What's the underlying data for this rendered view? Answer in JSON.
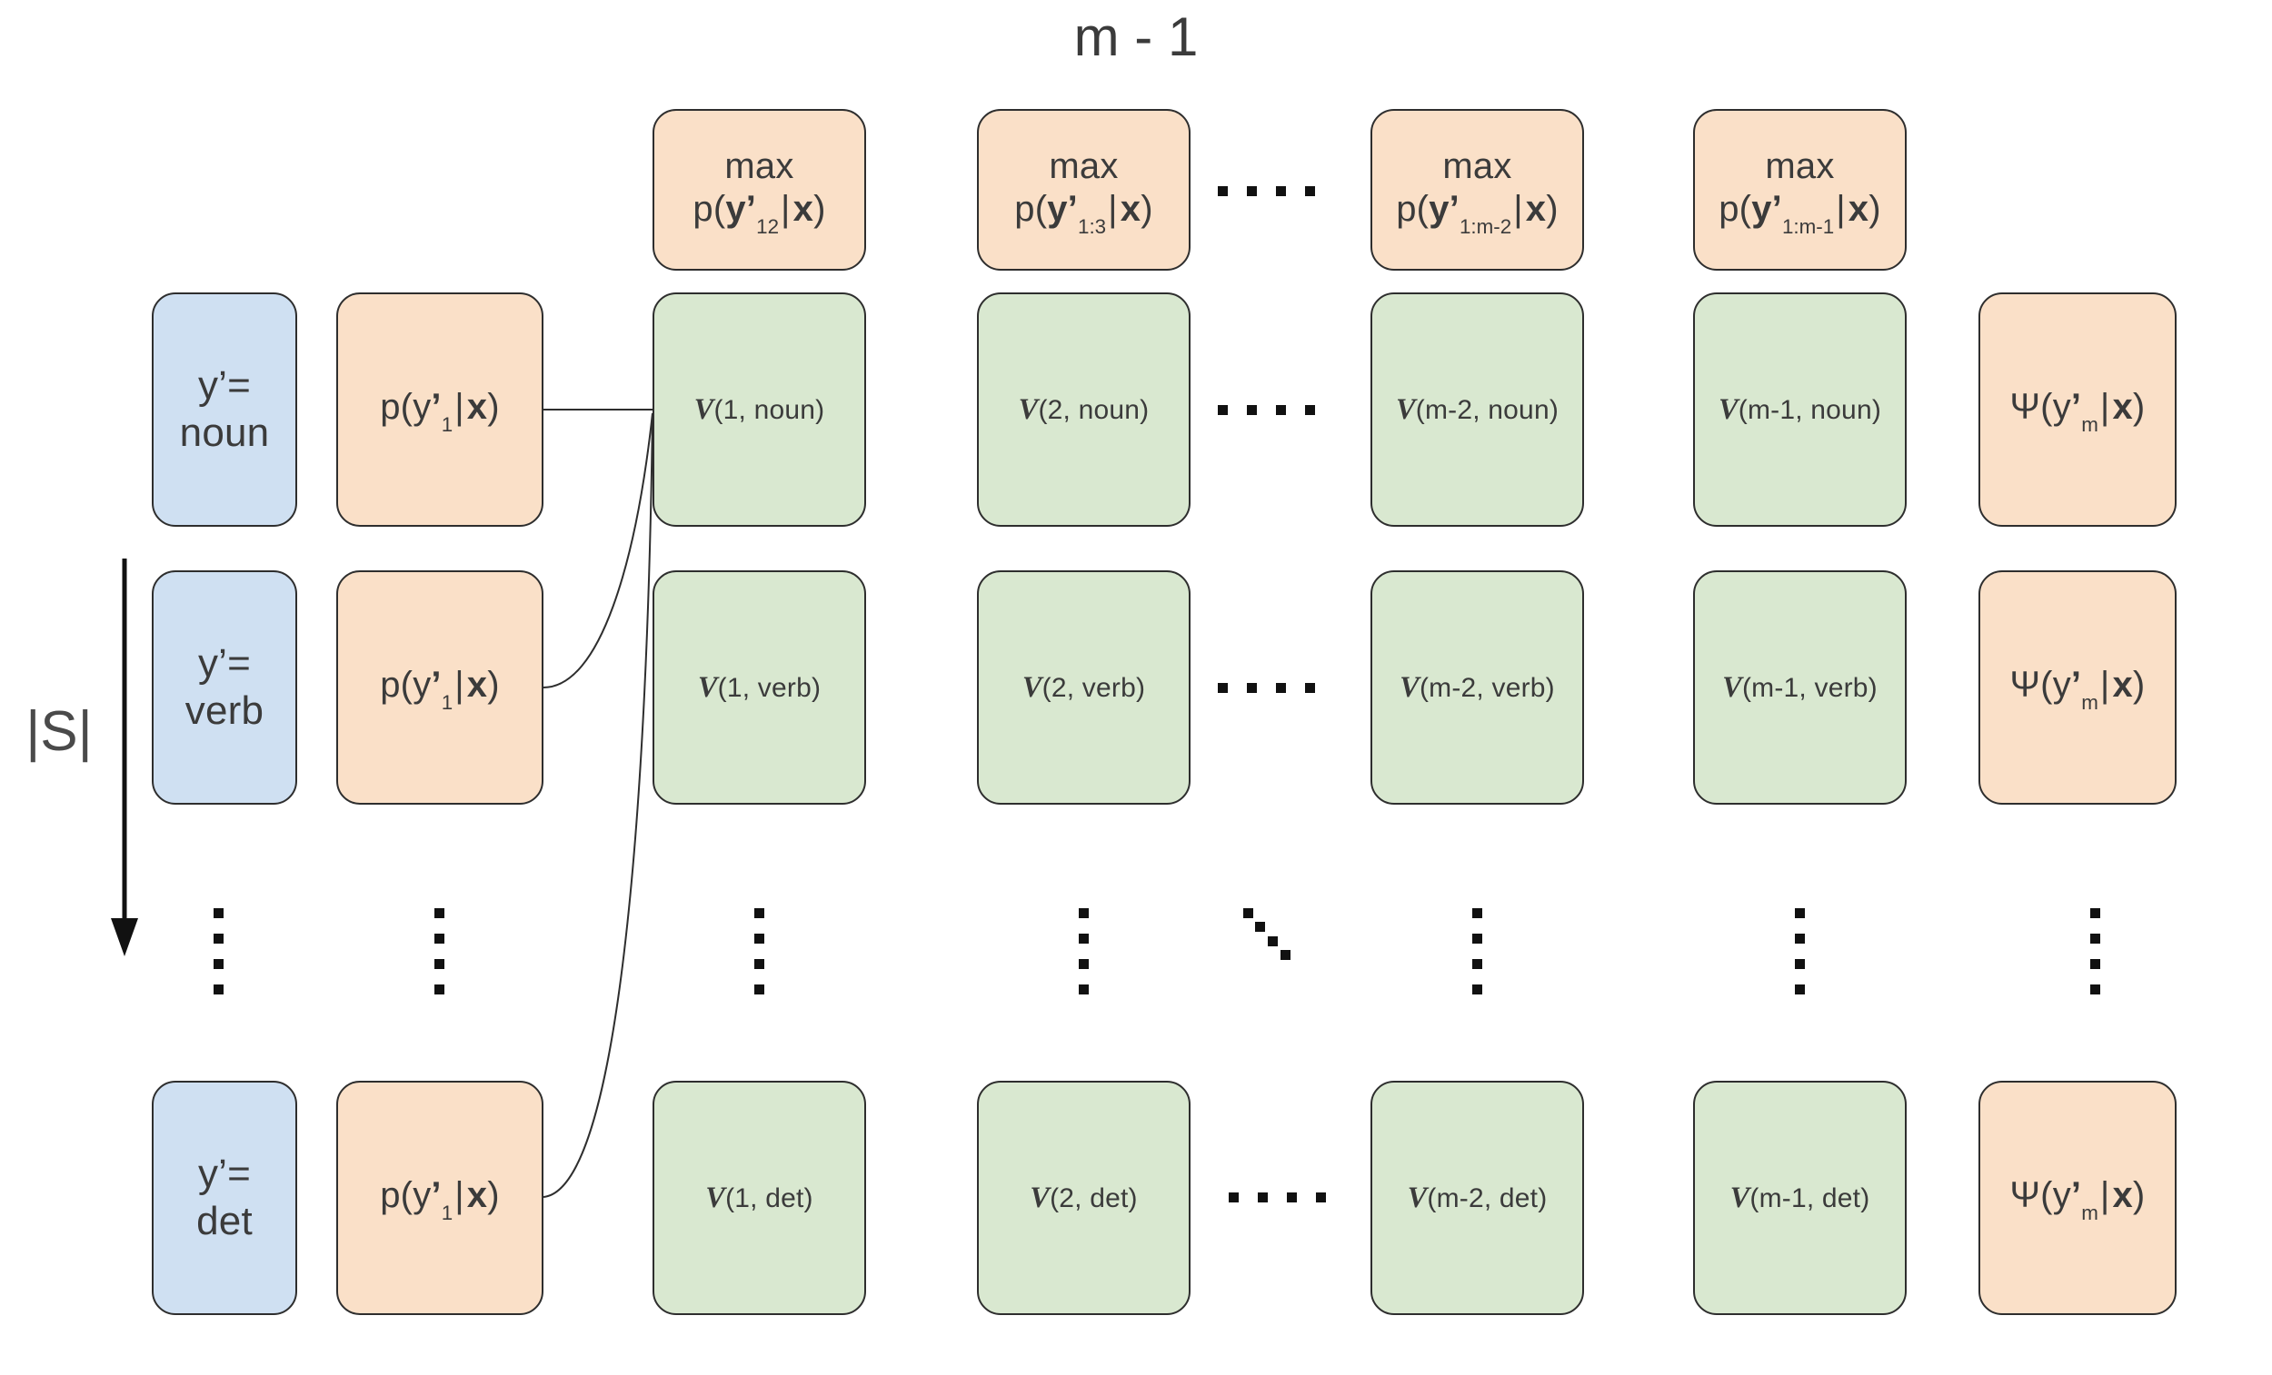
{
  "figure": {
    "title": "m - 1",
    "axis_label_left": "|S|",
    "arrow_direction": "down"
  },
  "columns": {
    "header_row": {
      "boxes": [
        {
          "line1": "max",
          "fn": "p(",
          "var": "y’",
          "sub": "12",
          "cond": "x",
          "close": ")"
        },
        {
          "line1": "max",
          "fn": "p(",
          "var": "y’",
          "sub": "1:3",
          "cond": "x",
          "close": ")"
        },
        {
          "line1": "max",
          "fn": "p(",
          "var": "y’",
          "sub": "1:m-2",
          "cond": "x",
          "close": ")"
        },
        {
          "line1": "max",
          "fn": "p(",
          "var": "y’",
          "sub": "1:m-1",
          "cond": "x",
          "close": ")"
        }
      ],
      "ellipsis": "...."
    }
  },
  "rows": [
    {
      "state_label_line1": "y’=",
      "state_label_line2": "noun",
      "prob": {
        "fn": "p(",
        "var": "y’",
        "sub": "1",
        "cond": "x",
        "close": ")"
      },
      "v_cells": [
        {
          "v": "V",
          "arg": "(1, noun)"
        },
        {
          "v": "V",
          "arg": "(2, noun)"
        },
        {
          "v": "V",
          "arg": "(m-2, noun)"
        },
        {
          "v": "V",
          "arg": "(m-1, noun)"
        }
      ],
      "psi": {
        "fn": "Ψ(",
        "var": "y’",
        "sub": "m",
        "cond": "x",
        "close": ")"
      },
      "ellipsis": "...."
    },
    {
      "state_label_line1": "y’=",
      "state_label_line2": "verb",
      "prob": {
        "fn": "p(",
        "var": "y’",
        "sub": "1",
        "cond": "x",
        "close": ")"
      },
      "v_cells": [
        {
          "v": "V",
          "arg": "(1, verb)"
        },
        {
          "v": "V",
          "arg": "(2, verb)"
        },
        {
          "v": "V",
          "arg": "(m-2, verb)"
        },
        {
          "v": "V",
          "arg": "(m-1, verb)"
        }
      ],
      "psi": {
        "fn": "Ψ(",
        "var": "y’",
        "sub": "m",
        "cond": "x",
        "close": ")"
      },
      "ellipsis": "...."
    },
    {
      "state_label_line1": "y’=",
      "state_label_line2": "det",
      "prob": {
        "fn": "p(",
        "var": "y’",
        "sub": "1",
        "cond": "x",
        "close": ")"
      },
      "v_cells": [
        {
          "v": "V",
          "arg": "(1, det)"
        },
        {
          "v": "V",
          "arg": "(2, det)"
        },
        {
          "v": "V",
          "arg": "(m-2, det)"
        },
        {
          "v": "V",
          "arg": "(m-1, det)"
        }
      ],
      "psi": {
        "fn": "Ψ(",
        "var": "y’",
        "sub": "m",
        "cond": "x",
        "close": ")"
      },
      "ellipsis": "...."
    }
  ],
  "colors": {
    "state_box": "#cfe0f2",
    "prob_box": "#fae0c8",
    "score_box": "#d9e8d0",
    "stroke": "#2e2e2e",
    "text": "#3b3b3b"
  }
}
